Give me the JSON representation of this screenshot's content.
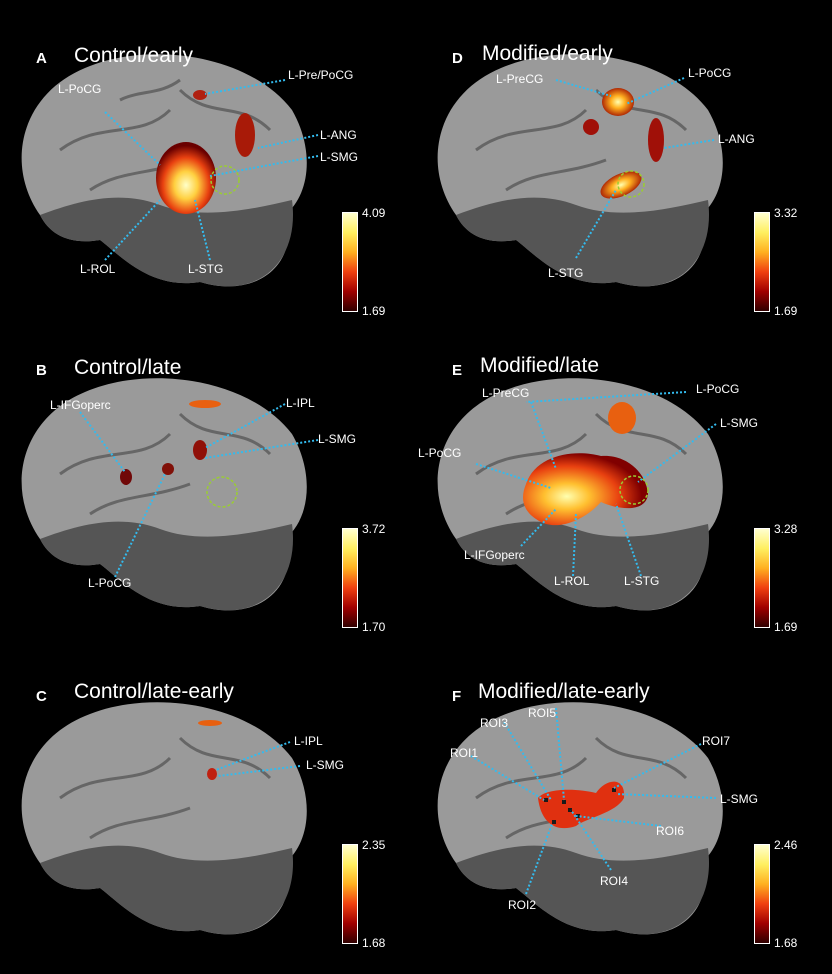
{
  "panels": [
    {
      "letter": "A",
      "title": "Control/early",
      "cbar_max": "4.09",
      "cbar_min": "1.69",
      "labels": [
        "L-PoCG",
        "L-Pre/PoCG",
        "L-ANG",
        "L-SMG",
        "L-ROL",
        "L-STG"
      ]
    },
    {
      "letter": "B",
      "title": "Control/late",
      "cbar_max": "3.72",
      "cbar_min": "1.70",
      "labels": [
        "L-IFGoperc",
        "L-IPL",
        "L-SMG",
        "L-PoCG"
      ]
    },
    {
      "letter": "C",
      "title": "Control/late-early",
      "cbar_max": "2.35",
      "cbar_min": "1.68",
      "labels": [
        "L-IPL",
        "L-SMG"
      ]
    },
    {
      "letter": "D",
      "title": "Modified/early",
      "cbar_max": "3.32",
      "cbar_min": "1.69",
      "labels": [
        "L-PreCG",
        "L-PoCG",
        "L-ANG",
        "L-STG"
      ]
    },
    {
      "letter": "E",
      "title": "Modified/late",
      "cbar_max": "3.28",
      "cbar_min": "1.69",
      "labels": [
        "L-PreCG",
        "L-PoCG",
        "L-SMG",
        "L-PoCG",
        "L-IFGoperc",
        "L-ROL",
        "L-STG"
      ]
    },
    {
      "letter": "F",
      "title": "Modified/late-early",
      "cbar_max": "2.46",
      "cbar_min": "1.68",
      "labels": [
        "ROI3",
        "ROI5",
        "ROI1",
        "ROI7",
        "L-SMG",
        "ROI6",
        "ROI4",
        "ROI2"
      ]
    }
  ],
  "colors": {
    "background": "#000000",
    "label": "#ffffff",
    "leader": "#33bbee",
    "roi_circle": "#9acd32"
  }
}
